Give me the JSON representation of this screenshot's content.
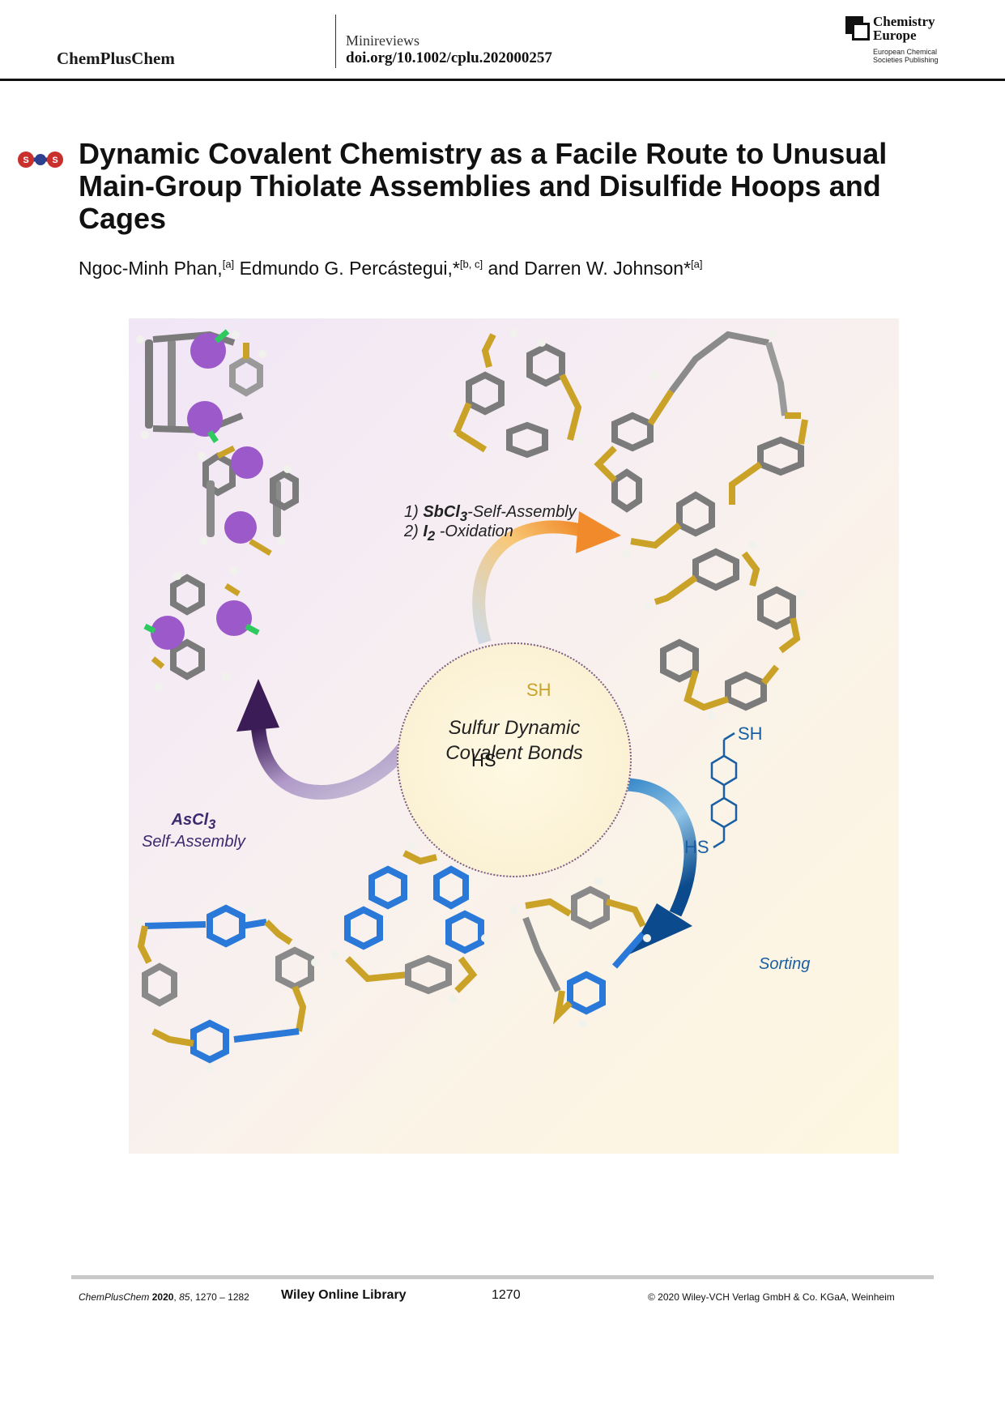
{
  "header": {
    "journal": "ChemPlusChem",
    "section": "Minireviews",
    "doi": "doi.org/10.1002/cplu.202000257",
    "publisher_logo": {
      "title": "Chemistry\nEurope",
      "subtitle": "European Chemical\nSocieties Publishing"
    }
  },
  "title_icon": {
    "letters": [
      "S",
      "S"
    ]
  },
  "title": "Dynamic Covalent Chemistry as a Facile Route to Unusual Main-Group Thiolate Assemblies and Disulfide Hoops and Cages",
  "authors": [
    {
      "name": "Ngoc-Minh Phan,",
      "affil": "[a]"
    },
    {
      "name": "Edmundo G. Percástegui,*",
      "affil": "[b, c]"
    },
    {
      "name": "and Darren W. Johnson*",
      "affil": "[a]"
    }
  ],
  "toc_graphic": {
    "center": {
      "line1": "Sulfur Dynamic",
      "line2": "Covalent Bonds",
      "sh_top": "SH",
      "hs_bottom": "HS"
    },
    "step1": {
      "prefix": "1) ",
      "reagent": "SbCl",
      "sub": "3",
      "suffix": "-Self-Assembly"
    },
    "step2": {
      "prefix": "2) ",
      "reagent": "I",
      "sub": "2",
      "suffix": " -Oxidation"
    },
    "ascl": {
      "reagent": "AsCl",
      "sub": "3",
      "line2": "Self-Assembly"
    },
    "biphenyl": {
      "sh_top": "SH",
      "hs_bottom": "HS"
    },
    "sorting": "Sorting",
    "colors": {
      "sulfur": "#c9a227",
      "carbon": "#7b7b7b",
      "hydrogen": "#f2f2ec",
      "pnictogen": "#9b59c9",
      "chlorine": "#2ec95f",
      "blue_carbon": "#2a78d8"
    }
  },
  "footer": {
    "journal": "ChemPlusChem",
    "year": "2020",
    "volume": "85",
    "pages": "1270 – 1282",
    "library": "Wiley Online Library",
    "page_number": "1270",
    "copyright": "© 2020 Wiley-VCH Verlag GmbH & Co. KGaA, Weinheim"
  }
}
